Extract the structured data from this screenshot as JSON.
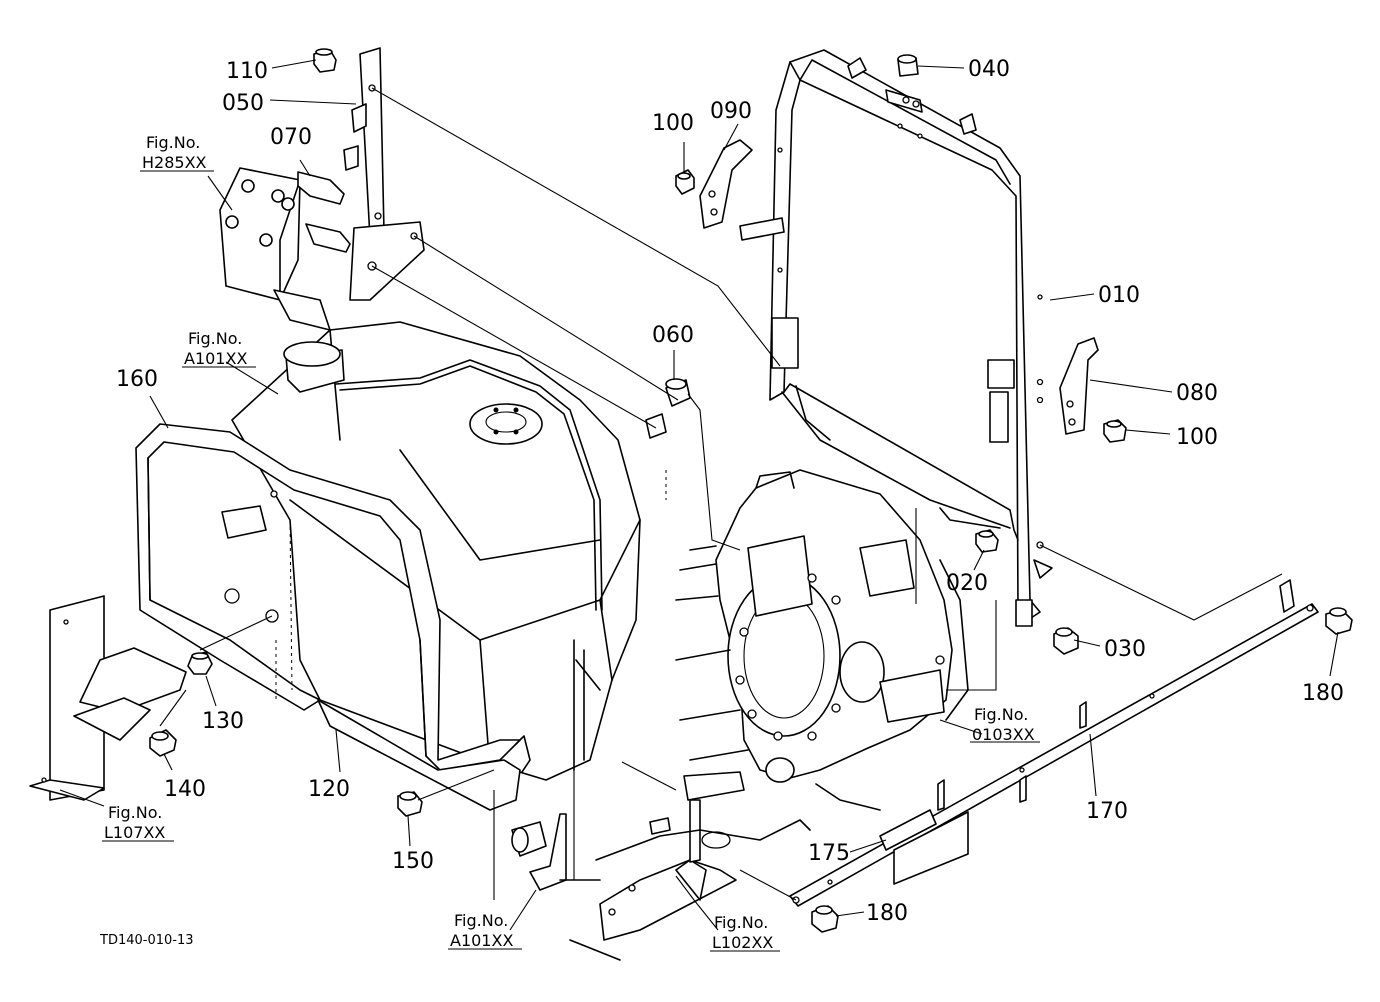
{
  "drawing_code": "TD140-010-13",
  "callouts": {
    "p010": "010",
    "p020": "020",
    "p030": "030",
    "p040": "040",
    "p050": "050",
    "p060": "060",
    "p070": "070",
    "p080": "080",
    "p090": "090",
    "p100a": "100",
    "p100b": "100",
    "p110": "110",
    "p120": "120",
    "p130": "130",
    "p140": "140",
    "p150": "150",
    "p160": "160",
    "p170": "170",
    "p175": "175",
    "p180a": "180",
    "p180b": "180"
  },
  "fig_refs": {
    "h285": {
      "line1": "Fig.No.",
      "line2": "H285XX"
    },
    "a101_top": {
      "line1": "Fig.No.",
      "line2": "A101XX"
    },
    "a101_bottom": {
      "line1": "Fig.No.",
      "line2": "A101XX"
    },
    "l107": {
      "line1": "Fig.No.",
      "line2": "L107XX"
    },
    "l102": {
      "line1": "Fig.No.",
      "line2": "L102XX"
    },
    "f0103": {
      "line1": "Fig.No.",
      "line2": "0103XX"
    }
  }
}
